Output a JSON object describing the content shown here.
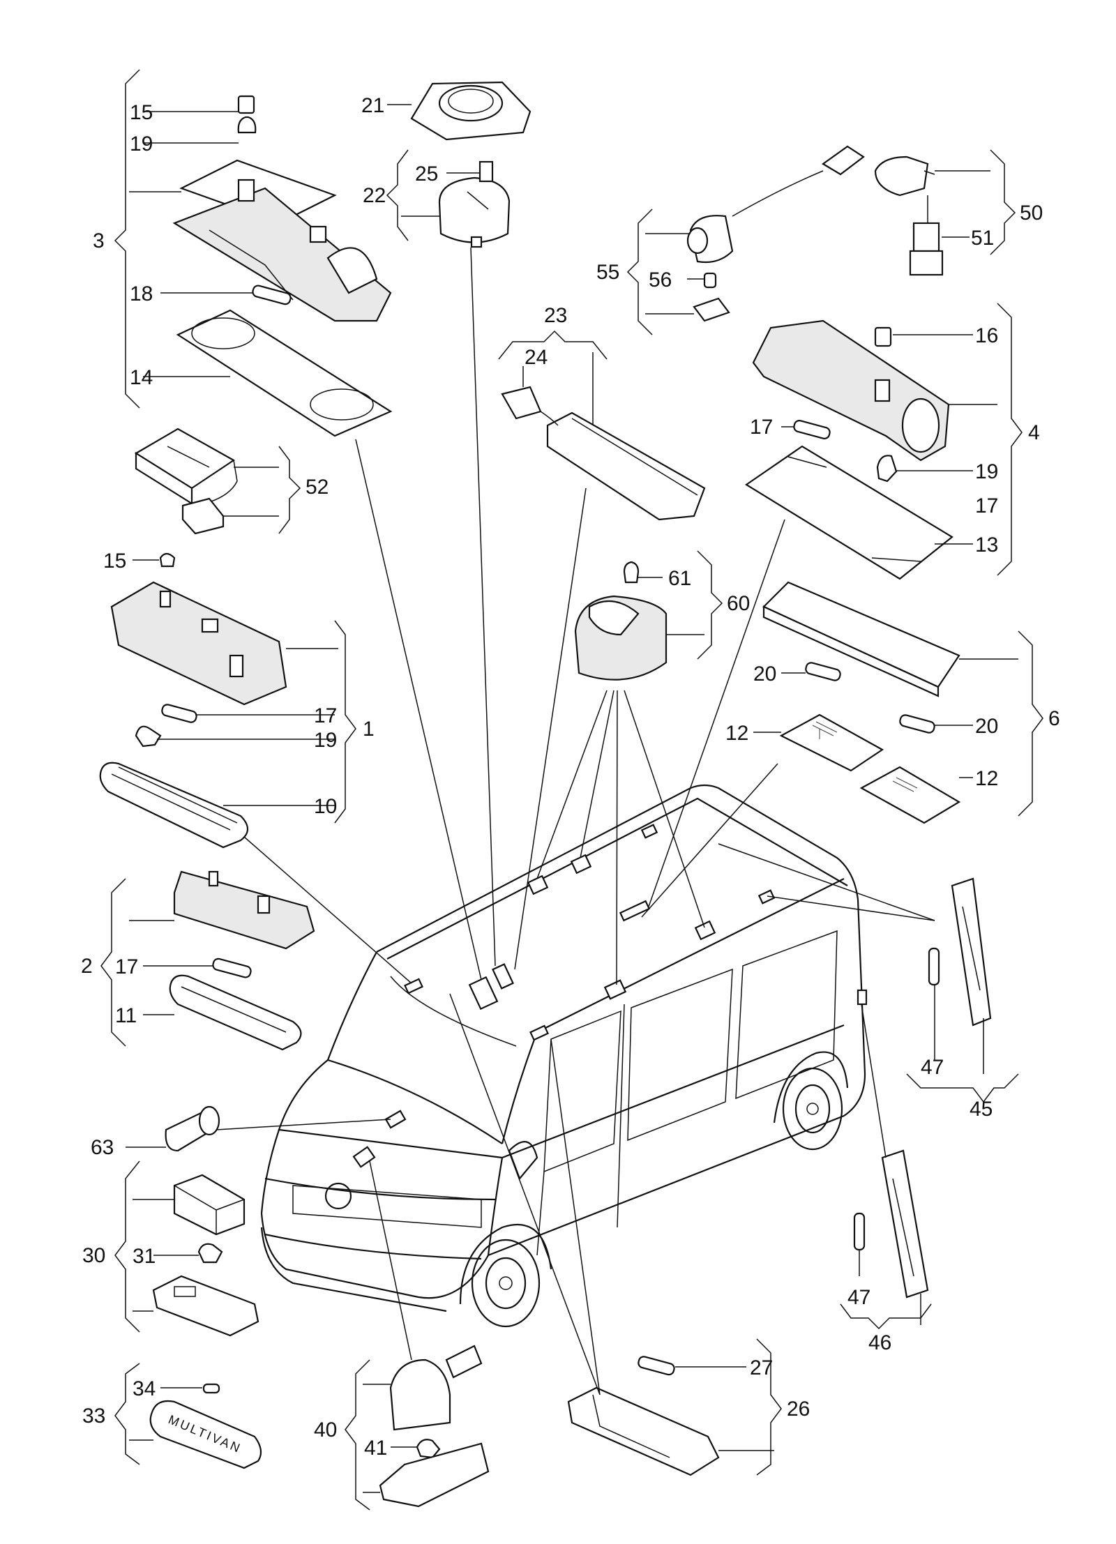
{
  "labels": {
    "l1": "1",
    "l2": "2",
    "l3": "3",
    "l4": "4",
    "l6": "6",
    "l10": "10",
    "l11": "11",
    "l12a": "12",
    "l12b": "12",
    "l13": "13",
    "l14": "14",
    "l15a": "15",
    "l15b": "15",
    "l16": "16",
    "l17a": "17",
    "l17b": "17",
    "l17c": "17",
    "l17d": "17",
    "l18": "18",
    "l19a": "19",
    "l19b": "19",
    "l19c": "19",
    "l20a": "20",
    "l20b": "20",
    "l21": "21",
    "l22": "22",
    "l23": "23",
    "l24": "24",
    "l25": "25",
    "l26": "26",
    "l27": "27",
    "l30": "30",
    "l31": "31",
    "l33": "33",
    "l34": "34",
    "l40": "40",
    "l41": "41",
    "l45": "45",
    "l46": "46",
    "l47a": "47",
    "l47b": "47",
    "l50": "50",
    "l51": "51",
    "l52": "52",
    "l55": "55",
    "l56": "56",
    "l60": "60",
    "l61": "61",
    "l63": "63"
  },
  "badge_text": "MULTIVAN"
}
